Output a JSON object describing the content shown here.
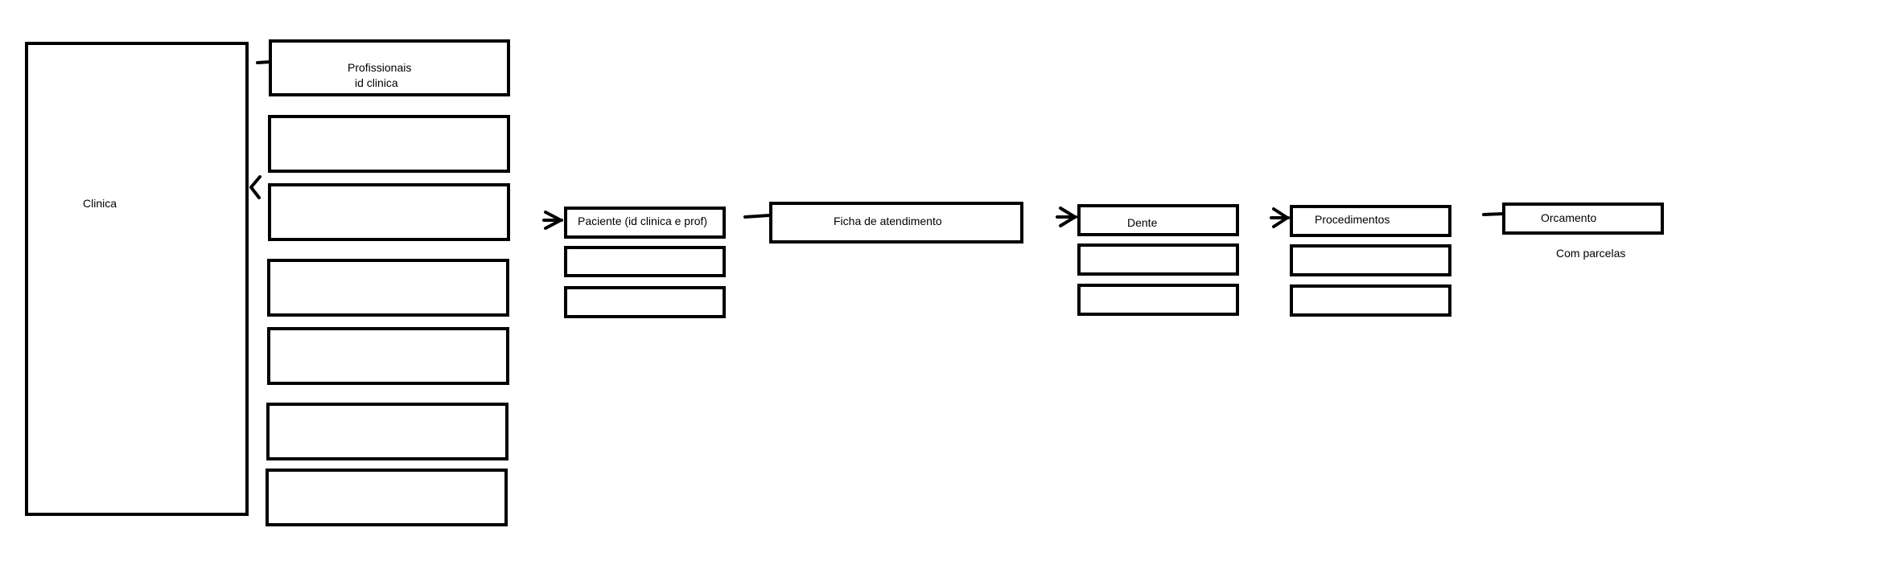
{
  "labels": {
    "clinica": "Clinica",
    "profissionais_line1": "Profissionais",
    "profissionais_line2": "id clinica",
    "paciente": "Paciente (id clinica e prof)",
    "ficha": "Ficha de atendimento",
    "dente": "Dente",
    "procedimentos": "Procedimentos",
    "orcamento": "Orcamento",
    "com_parcelas": "Com parcelas"
  },
  "colors": {
    "stroke": "#000000",
    "background": "#ffffff"
  }
}
